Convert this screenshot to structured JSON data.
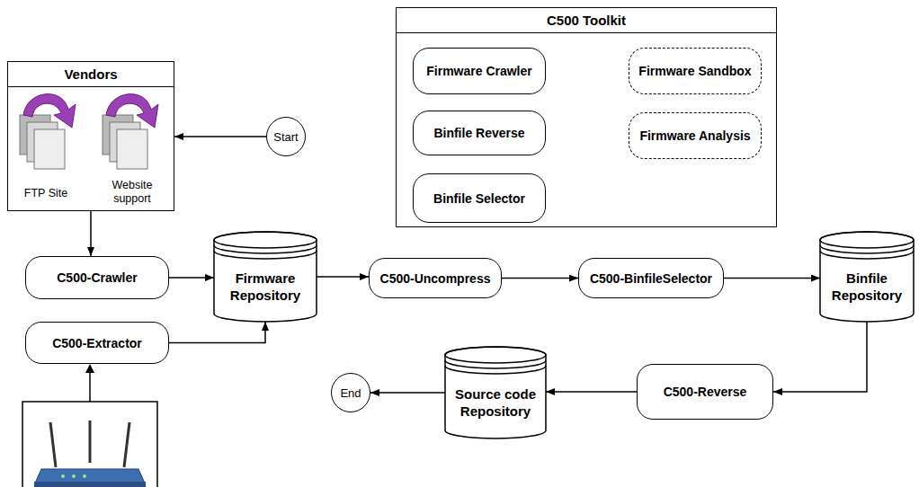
{
  "diagram": {
    "nodes": [
      {
        "text": [
          "Vendors",
          "FTP Site",
          "Website support"
        ]
      },
      {
        "text": [
          "Start"
        ]
      },
      {
        "text": [
          "C500 Toolkit"
        ]
      },
      {
        "text": [
          "Firmware Crawler"
        ],
        "in": 2
      },
      {
        "text": [
          "Firmware Sandbox"
        ],
        "in": 2
      },
      {
        "text": [
          "Binfile Reverse"
        ],
        "in": 2
      },
      {
        "text": [
          "Firmware Analysis"
        ],
        "in": 2
      },
      {
        "text": [
          "Binfile Selector"
        ],
        "in": 2
      },
      {
        "text": [
          "C500-Crawler"
        ]
      },
      {
        "text": [
          "Firmware Repository"
        ]
      },
      {
        "text": [
          "C500-Uncompress"
        ]
      },
      {
        "text": [
          "C500-BinfileSelector"
        ]
      },
      {
        "text": [
          "Binfile Repository"
        ]
      },
      {
        "text": [
          "C500-Extractor"
        ]
      },
      {
        "text": [
          "Source code Repository"
        ]
      },
      {
        "text": [
          "C500-Reverse"
        ]
      },
      {
        "text": [
          "End"
        ]
      }
    ],
    "edges": [
      {
        "from": 1,
        "to": 0,
        "arrow": "to"
      },
      {
        "from": 0,
        "to": 8,
        "arrow": "to"
      },
      {
        "from": 8,
        "to": 9,
        "arrow": "to"
      },
      {
        "from": 13,
        "to": 9,
        "arrow": "to"
      },
      {
        "from": 9,
        "to": 10,
        "arrow": "to"
      },
      {
        "from": 10,
        "to": 11,
        "arrow": "to"
      },
      {
        "from": 11,
        "to": 12,
        "arrow": "to"
      },
      {
        "from": 12,
        "to": 15,
        "arrow": "to"
      },
      {
        "from": 15,
        "to": 14,
        "arrow": "to"
      },
      {
        "from": 14,
        "to": 16,
        "arrow": "to"
      }
    ]
  }
}
